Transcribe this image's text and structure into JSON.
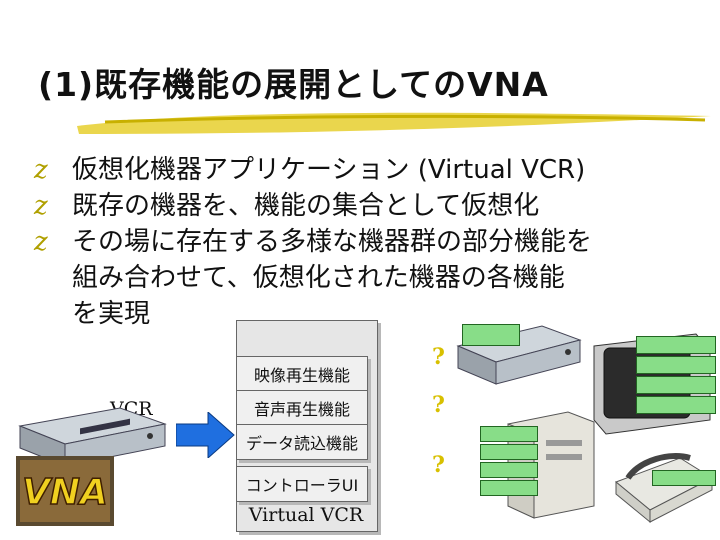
{
  "title": "(1)既存機能の展開としてのVNA",
  "bullets": [
    {
      "icon": "z-bullet-icon",
      "text": "仮想化機器アプリケーション (Virtual VCR)"
    },
    {
      "icon": "z-bullet-icon",
      "text": "既存の機器を、機能の集合として仮想化"
    },
    {
      "icon": "z-bullet-icon",
      "lines": [
        "その場に存在する多様な機器群の部分機能を",
        "組み合わせて、仮想化された機器の各機能",
        "を実現"
      ]
    }
  ],
  "bullet_mark": "z",
  "functions": [
    "映像再生機能",
    "音声再生機能",
    "データ読込機能",
    "コントローラUI"
  ],
  "virtual_label": "Virtual VCR",
  "vcr_label": "VCR",
  "question_mark": "?",
  "logo_text": "VNA",
  "colors": {
    "accent": "#d8c000",
    "function_box": "#88dd88",
    "arrow": "#1f6fe0"
  }
}
